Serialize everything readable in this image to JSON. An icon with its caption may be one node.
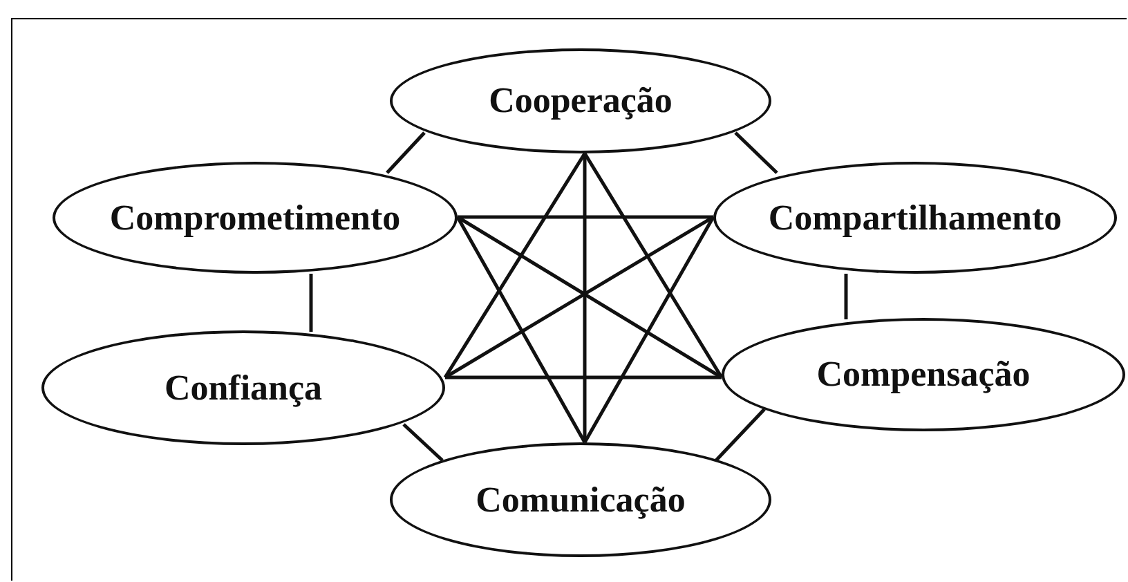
{
  "diagram": {
    "nodes": [
      {
        "text": [
          "Cooperação"
        ]
      },
      {
        "text": [
          "Comprometimento"
        ]
      },
      {
        "text": [
          "Compartilhamento"
        ]
      },
      {
        "text": [
          "Confiança"
        ]
      },
      {
        "text": [
          "Compensação"
        ]
      },
      {
        "text": [
          "Comunicação"
        ]
      }
    ],
    "edges": [
      {
        "from": 0,
        "to": 1,
        "arrow": "none"
      },
      {
        "from": 0,
        "to": 2,
        "arrow": "none"
      },
      {
        "from": 1,
        "to": 3,
        "arrow": "none"
      },
      {
        "from": 2,
        "to": 4,
        "arrow": "none"
      },
      {
        "from": 3,
        "to": 5,
        "arrow": "none"
      },
      {
        "from": 4,
        "to": 5,
        "arrow": "none"
      },
      {
        "from": 1,
        "to": 2,
        "arrow": "none"
      },
      {
        "from": 3,
        "to": 4,
        "arrow": "none"
      },
      {
        "from": 0,
        "to": 5,
        "arrow": "none"
      },
      {
        "from": 0,
        "to": 3,
        "arrow": "none"
      },
      {
        "from": 0,
        "to": 4,
        "arrow": "none"
      },
      {
        "from": 1,
        "to": 5,
        "arrow": "none"
      },
      {
        "from": 2,
        "to": 5,
        "arrow": "none"
      },
      {
        "from": 1,
        "to": 4,
        "arrow": "none"
      },
      {
        "from": 2,
        "to": 3,
        "arrow": "none"
      }
    ]
  }
}
